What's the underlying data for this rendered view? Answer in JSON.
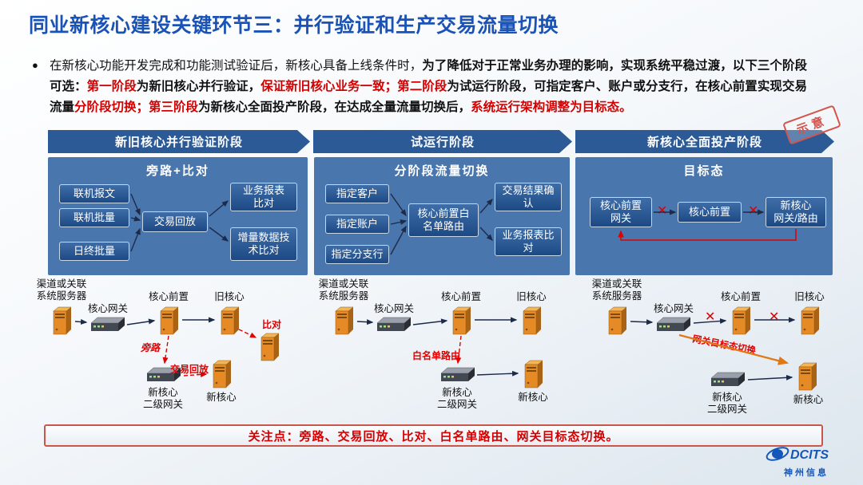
{
  "slide": {
    "title": "同业新核心建设关键环节三：并行验证和生产交易流量切换",
    "bullet": "●",
    "stamp": "示意"
  },
  "intro_segments": [
    {
      "text": "在新核心功能开发完成和功能测试验证后，新核心具备上线条件时，",
      "style": "normal"
    },
    {
      "text": "为了降低对于正常业务办理的影响，实现系统平稳过渡，以下三个阶段可选：",
      "style": "bold"
    },
    {
      "text": "第一阶段",
      "style": "red"
    },
    {
      "text": "为新旧核心并行验证，",
      "style": "bold"
    },
    {
      "text": "保证新旧核心业务一致；",
      "style": "red"
    },
    {
      "text": "第二阶段",
      "style": "red"
    },
    {
      "text": "为试运行阶段，可指定客户、账户或分支行，在核心前置实现交易流量",
      "style": "bold"
    },
    {
      "text": "分阶段切换；",
      "style": "red"
    },
    {
      "text": "第三阶段",
      "style": "red"
    },
    {
      "text": "为新核心全面投产阶段，在达成全量流量切换后，",
      "style": "bold"
    },
    {
      "text": "系统运行架构调整为目标态。",
      "style": "red"
    }
  ],
  "phases": [
    {
      "banner": "新旧核心并行验证阶段",
      "title": "旁路+比对",
      "boxes": {
        "in1": "联机报文",
        "in2": "联机批量",
        "in3": "日终批量",
        "mid": "交易回放",
        "out1": "业务报表\n比对",
        "out2": "增量数据技\n术比对"
      },
      "diagram": {
        "source": "渠道或关联\n系统服务器",
        "gateway": "核心网关",
        "front": "核心前置",
        "old_core": "旧核心",
        "bypass": "旁路",
        "replay": "交易回放",
        "compare": "比对",
        "l2_gateway": "新核心\n二级网关",
        "new_core": "新核心"
      }
    },
    {
      "banner": "试运行阶段",
      "title": "分阶段流量切换",
      "boxes": {
        "in1": "指定客户",
        "in2": "指定账户",
        "in3": "指定分支行",
        "mid": "核心前置白\n名单路由",
        "out1": "交易结果确\n认",
        "out2": "业务报表比\n对"
      },
      "diagram": {
        "source": "渠道或关联\n系统服务器",
        "gateway": "核心网关",
        "front": "核心前置",
        "old_core": "旧核心",
        "whitelist": "白名单路由",
        "l2_gateway": "新核心\n二级网关",
        "new_core": "新核心"
      }
    },
    {
      "banner": "新核心全面投产阶段",
      "title": "目标态",
      "x_mark": "✕",
      "boxes": {
        "b1": "核心前置\n网关",
        "b2": "核心前置",
        "b3": "新核心\n网关/路由"
      },
      "diagram": {
        "source": "渠道或关联\n系统服务器",
        "gateway": "核心网关",
        "front": "核心前置",
        "old_core": "旧核心",
        "target_switch": "网关目标态切换",
        "l2_gateway": "新核心\n二级网关",
        "new_core": "新核心"
      }
    }
  ],
  "footer_note": "关注点：旁路、交易回放、比对、白名单路由、网关目标态切换。",
  "logo": {
    "brand": "DCITS",
    "company": "神州信息"
  },
  "colors": {
    "accent_blue": "#1a53b5",
    "banner_blue": "#2b5a96",
    "panel_blue": "#4a76ae",
    "box_blue_dark": "#1d4a85",
    "alert_red": "#d40000",
    "server_orange": "#e68a26"
  }
}
